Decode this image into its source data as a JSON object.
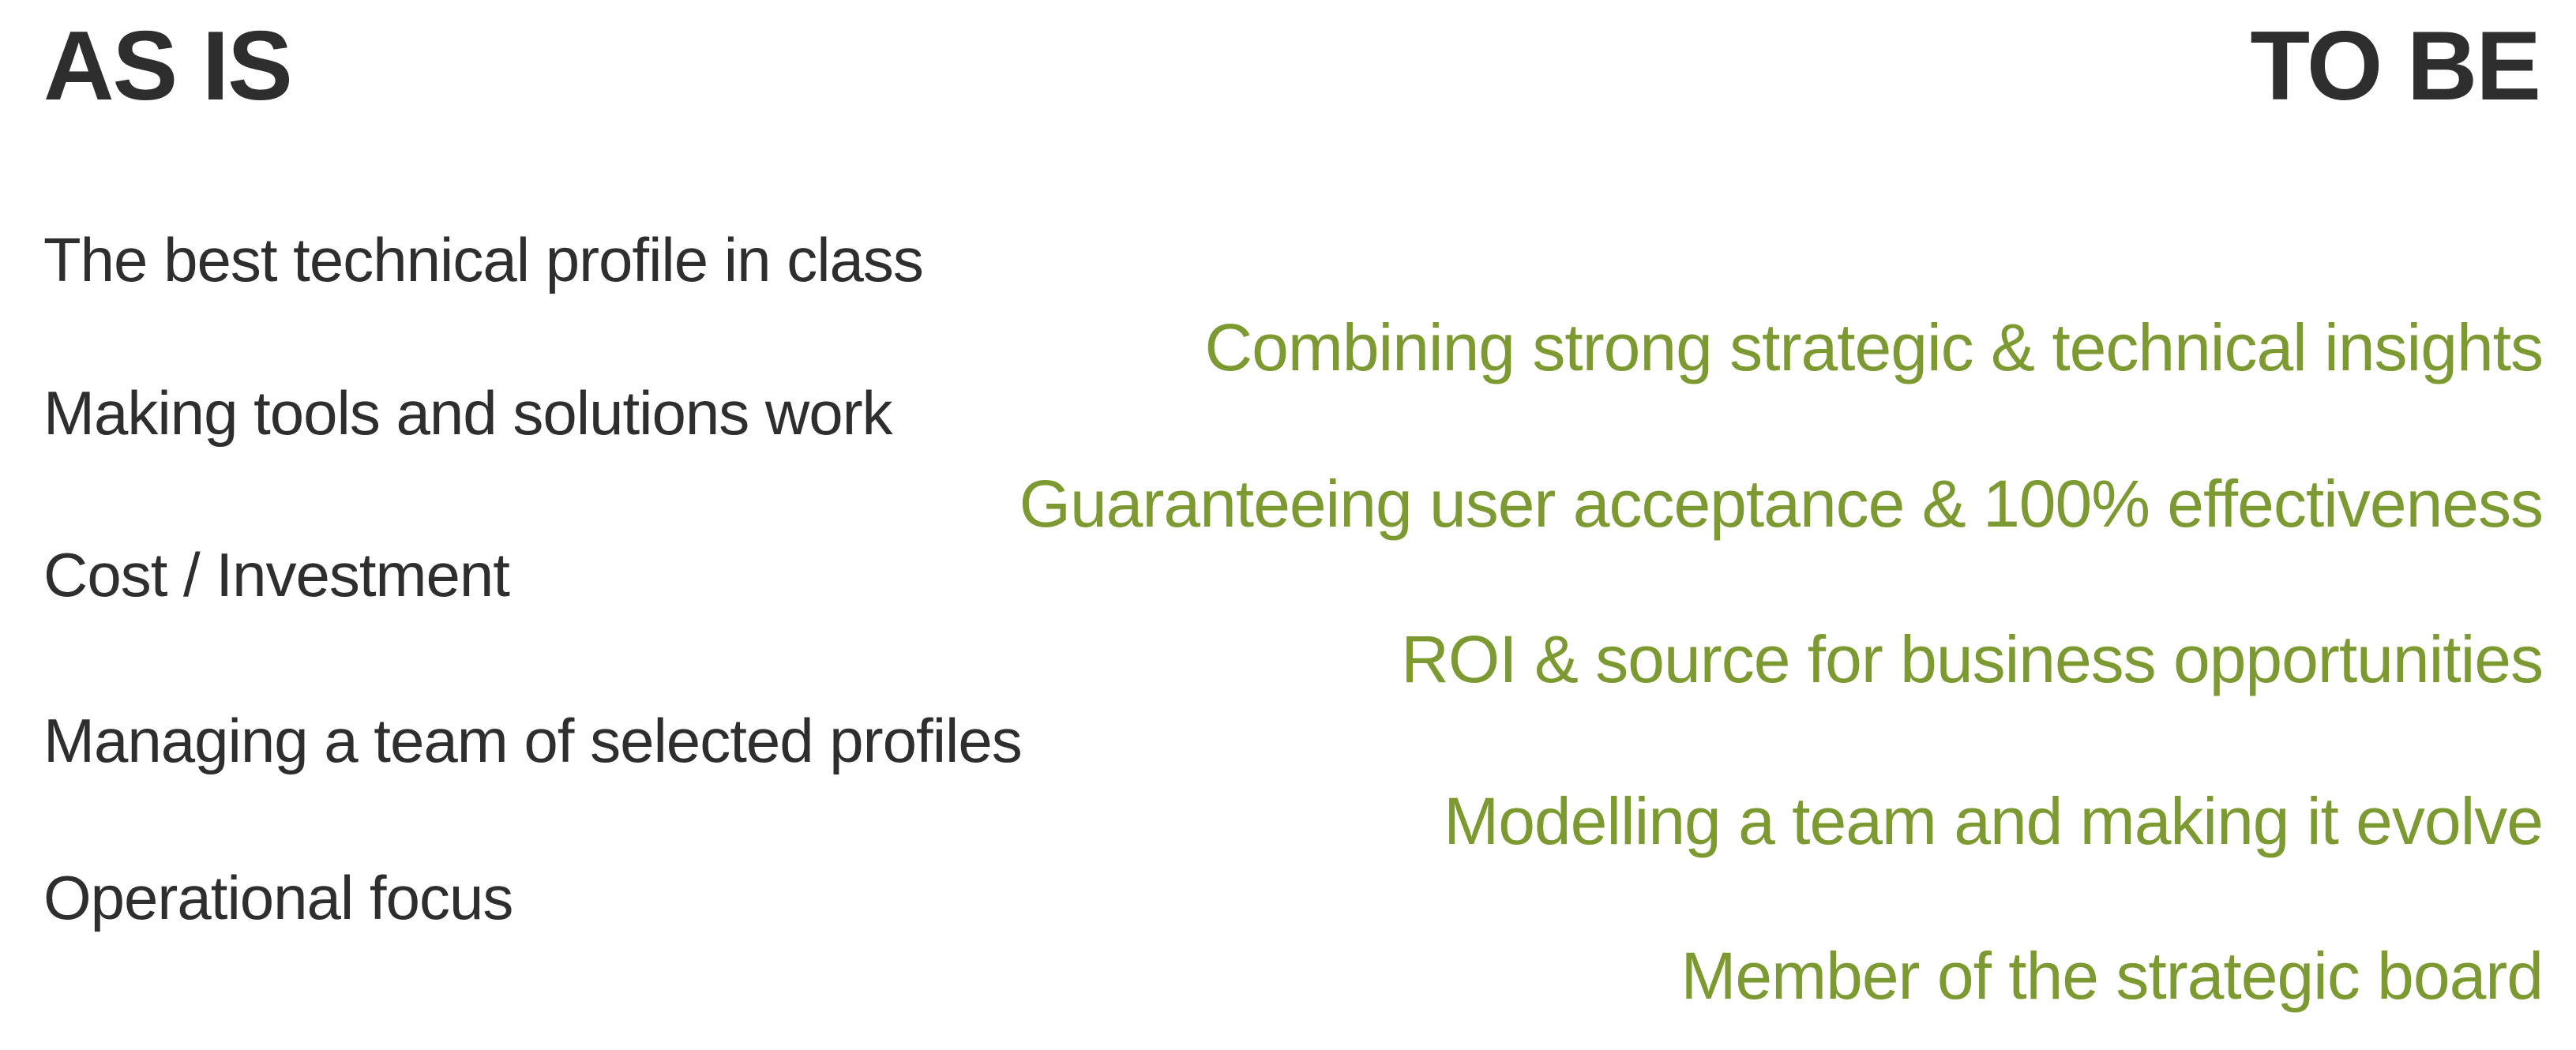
{
  "slide": {
    "header": {
      "as_is_title": "AS IS",
      "to_be_title": "TO BE"
    },
    "as_is": {
      "items": [
        "The best technical profile in class",
        "Making tools and solutions work",
        "Cost / Investment",
        "Managing a team of selected profiles",
        "Operational focus"
      ]
    },
    "to_be": {
      "items": [
        "Combining strong strategic & technical insights",
        "Guaranteeing user acceptance & 100% effectiveness",
        "ROI & source for business opportunities",
        "Modelling a team and making it evolve",
        "Member of the strategic board"
      ]
    },
    "colors": {
      "as_is_text": "#2e2e2e",
      "to_be_text": "#7d9a32",
      "background": "#ffffff"
    }
  }
}
